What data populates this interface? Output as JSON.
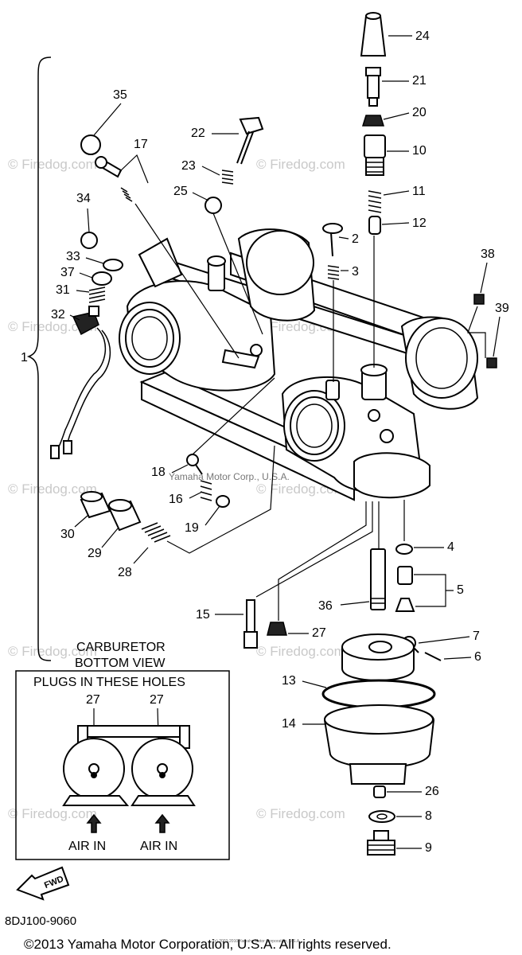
{
  "watermark": {
    "text": "© Firedog.com",
    "center_text": "Yamaha Motor Corp., U.S.A."
  },
  "diagram_code": "8DJ100-9060",
  "copyright": "©2013 Yamaha Motor Corporation, U.S.A. All rights reserved.",
  "small_copyright": "(c) 2003-2010 Yamaha Motor Corporation, U.S.A.",
  "bottom_view": {
    "title_line1": "CARBURETOR",
    "title_line2": "BOTTOM VIEW",
    "plugs_label": "PLUGS IN THESE HOLES",
    "plug_callouts": [
      "27",
      "27"
    ],
    "air_labels": [
      "AIR IN",
      "AIR IN"
    ]
  },
  "fwd_label": "FWD",
  "callouts": {
    "c1": "1",
    "c2": "2",
    "c3": "3",
    "c4": "4",
    "c5": "5",
    "c6": "6",
    "c7": "7",
    "c8": "8",
    "c9": "9",
    "c10": "10",
    "c11": "11",
    "c12": "12",
    "c13": "13",
    "c14": "14",
    "c15": "15",
    "c16": "16",
    "c17": "17",
    "c18": "18",
    "c19": "19",
    "c20": "20",
    "c21": "21",
    "c22": "22",
    "c23": "23",
    "c24": "24",
    "c25": "25",
    "c26": "26",
    "c27": "27",
    "c28": "28",
    "c29": "29",
    "c30": "30",
    "c31": "31",
    "c32": "32",
    "c33": "33",
    "c34": "34",
    "c35": "35",
    "c36": "36",
    "c37": "37",
    "c38": "38",
    "c39": "39"
  }
}
